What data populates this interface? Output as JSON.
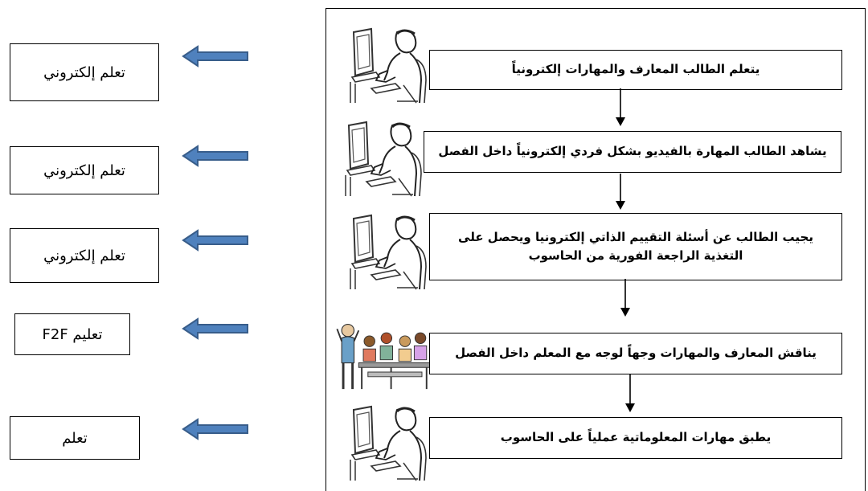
{
  "left_labels": [
    "تعلم إلكتروني",
    "تعلم إلكتروني",
    "تعلم إلكتروني",
    "تعليم F2F",
    "تعلم"
  ],
  "steps": [
    {
      "text": "يتعلم الطالب المعارف والمهارات إلكترونياً",
      "figure": "computer-user-icon"
    },
    {
      "text": "يشاهد الطالب المهارة بالفيديو بشكل فردي إلكترونياً داخل الفصل",
      "figure": "computer-user-icon"
    },
    {
      "text": "يجيب الطالب عن أسئلة التقييم الذاتي إلكترونيا ويحصل على التغذية الراجعة الفورية من الحاسوب",
      "figure": "computer-user-icon"
    },
    {
      "text": "يناقش المعارف والمهارات وجهاً لوجه مع المعلم داخل الفصل",
      "figure": "classroom-group-icon"
    },
    {
      "text": "يطبق مهارات المعلوماتية عملياً على الحاسوب",
      "figure": "computer-user-icon"
    }
  ],
  "colors": {
    "arrow_fill": "#4f81bd",
    "arrow_stroke": "#385d8a",
    "line": "#000000"
  }
}
